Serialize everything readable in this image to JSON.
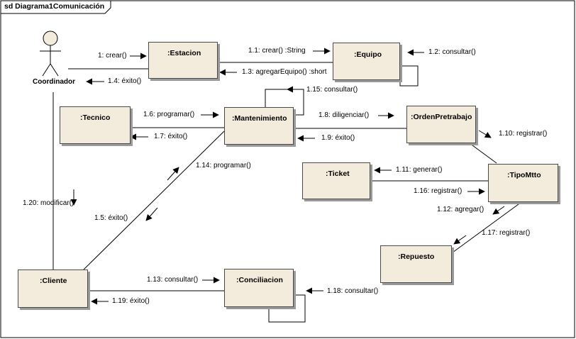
{
  "frame": {
    "title": "sd Diagrama1Comunicación"
  },
  "actor": {
    "name": "Coordinador"
  },
  "objects": {
    "estacion": ":Estacion",
    "equipo": ":Equipo",
    "tecnico": ":Tecnico",
    "mantenimiento": ":Mantenimiento",
    "ordenpretrabajo": ":OrdenPretrabajo",
    "ticket": ":Ticket",
    "tipomtto": ":TipoMtto",
    "repuesto": ":Repuesto",
    "cliente": ":Cliente",
    "conciliacion": ":Conciliacion"
  },
  "messages": {
    "m1": "1: crear()",
    "m1_1": "1.1: crear() :String",
    "m1_2": "1.2: consultar()",
    "m1_3": "1.3: agregarEquipo() :short",
    "m1_4": "1.4: éxito()",
    "m1_5": "1.5: éxito()",
    "m1_6": "1.6: programar()",
    "m1_7": "1.7: éxito()",
    "m1_8": "1.8: diligenciar()",
    "m1_9": "1.9: éxito()",
    "m1_10": "1.10: registrar()",
    "m1_11": "1.11: generar()",
    "m1_12": "1.12: agregar()",
    "m1_13": "1.13: consultar()",
    "m1_14": "1.14: programar()",
    "m1_15": "1.15: consultar()",
    "m1_16": "1.16: registrar()",
    "m1_17": "1.17: registrar()",
    "m1_18": "1.18: consultar()",
    "m1_19": "1.19: éxito()",
    "m1_20": "1.20: modificar()"
  }
}
